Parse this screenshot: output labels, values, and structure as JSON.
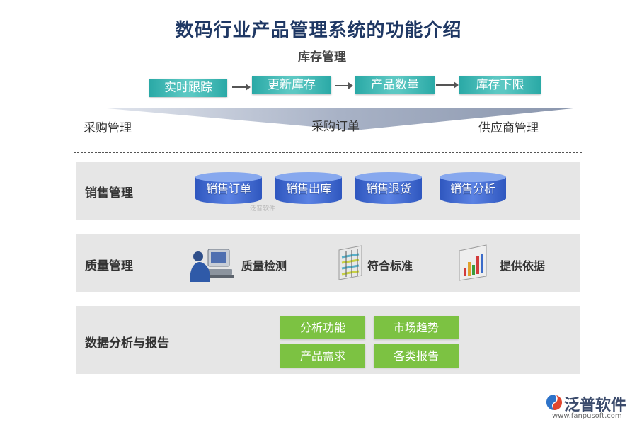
{
  "title": "数码行业产品管理系统的功能介绍",
  "inventory": {
    "label": "库存管理",
    "steps": [
      "实时跟踪",
      "更新库存",
      "产品数量",
      "库存下限"
    ]
  },
  "purchase": {
    "left": "采购管理",
    "center": "采购订单",
    "right": "供应商管理"
  },
  "sales": {
    "label": "销售管理",
    "items": [
      "销售订单",
      "销售出库",
      "销售退货",
      "销售分析"
    ],
    "watermark": "泛普软件"
  },
  "quality": {
    "label": "质量管理",
    "items": [
      {
        "icon": "computer-user-icon",
        "text": "质量检测"
      },
      {
        "icon": "standard-chart-icon",
        "text": "符合标准"
      },
      {
        "icon": "bar-chart-icon",
        "text": "提供依据"
      }
    ]
  },
  "analysis": {
    "label": "数据分析与报告",
    "items": [
      "分析功能",
      "市场趋势",
      "产品需求",
      "各类报告"
    ]
  },
  "logo": {
    "name": "泛普软件",
    "url": "www.fanpusoft.com"
  },
  "colors": {
    "title": "#1f3864",
    "teal": "#2aa9a6",
    "blue": "#4a6fd0",
    "green": "#7cc242",
    "band": "#e6e6e6"
  }
}
